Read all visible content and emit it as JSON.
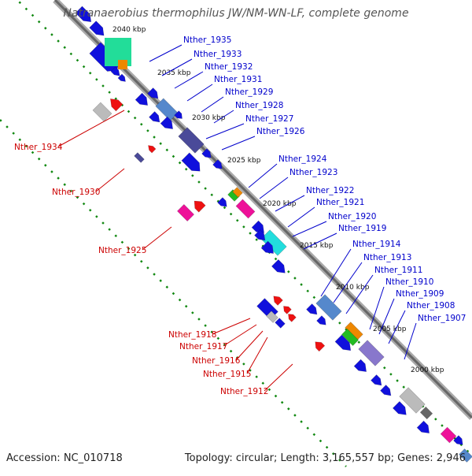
{
  "title": "Natranaerobius thermophilus JW/NM-WN-LF, complete genome",
  "footer": {
    "accession": "Accession: NC_010718",
    "topology": "Topology: circular; Length: 3,165,557 bp; Genes: 2,946"
  },
  "colors": {
    "forward": "#0000dd",
    "reverse": "#cc0000",
    "backbone": "#888888",
    "tick_dots": "#118811"
  },
  "scale_labels": [
    "2040 kbp",
    "2035 kbp",
    "2030 kbp",
    "2025 kbp",
    "2020 kbp",
    "2015 kbp",
    "2010 kbp",
    "2005 kbp",
    "2000 kbp"
  ],
  "forward_labels": [
    "Nther_1935",
    "Nther_1933",
    "Nther_1932",
    "Nther_1931",
    "Nther_1929",
    "Nther_1928",
    "Nther_1927",
    "Nther_1926",
    "Nther_1924",
    "Nther_1923",
    "Nther_1922",
    "Nther_1921",
    "Nther_1920",
    "Nther_1919",
    "Nther_1914",
    "Nther_1913",
    "Nther_1911",
    "Nther_1910",
    "Nther_1909",
    "Nther_1908",
    "Nther_1907"
  ],
  "reverse_labels": [
    "Nther_1934",
    "Nther_1930",
    "Nther_1925",
    "Nther_1918",
    "Nther_1917",
    "Nther_1916",
    "Nther_1915",
    "Nther_1912"
  ]
}
